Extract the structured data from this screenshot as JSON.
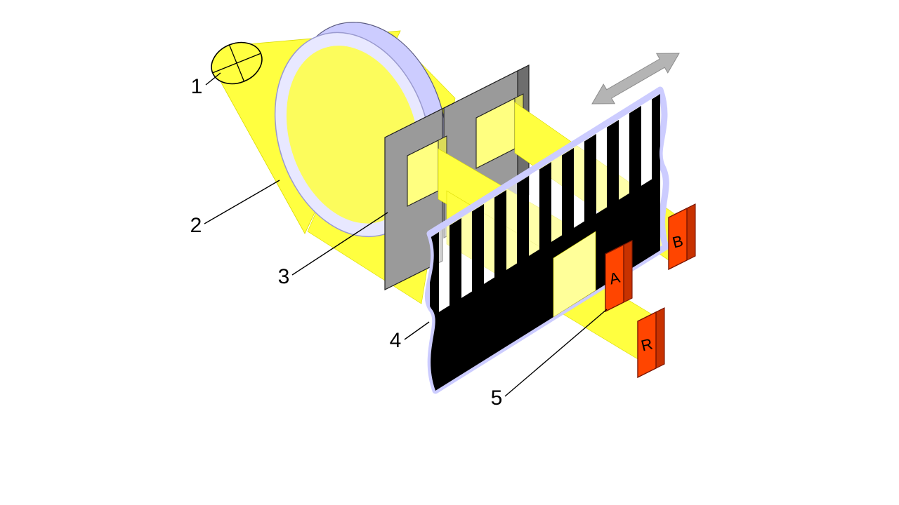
{
  "colors": {
    "light": "#FFFF40",
    "lightSoft": "#FFFF99",
    "windowLight": "#FFFF80",
    "lavender": "#CCCCFF",
    "maskGray": "#9A9A9A",
    "maskGrayLight": "#C6C6C6",
    "maskGrayDark": "#6E6E6E",
    "detector": "#FF4500",
    "detectorTop": "#FF7F50",
    "detectorSide": "#C83200",
    "arrow": "#B4B4B4",
    "stripe": "#000000"
  },
  "labels": {
    "n1": "1",
    "n2": "2",
    "n3": "3",
    "n4": "4",
    "n5": "5"
  },
  "detectors": {
    "a": "A",
    "b": "B",
    "r": "R"
  }
}
